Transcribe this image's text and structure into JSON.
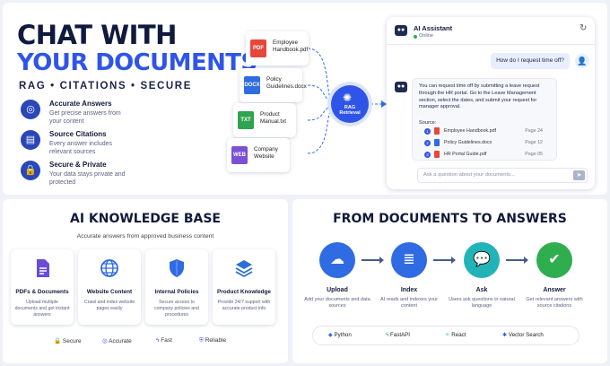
{
  "hero": {
    "title_line1": "CHAT WITH",
    "title_line2": "YOUR DOCUMENTS",
    "tagline": "RAG • CITATIONS • SECURE",
    "features": [
      {
        "title": "Accurate Answers",
        "desc": "Get precise answers from your content"
      },
      {
        "title": "Source Citations",
        "desc": "Every answer includes relevant sources"
      },
      {
        "title": "Secure & Private",
        "desc": "Your data stays private and protected"
      }
    ]
  },
  "documents": [
    {
      "badge": "PDF",
      "name_line1": "Employee",
      "name_line2": "Handbook.pdf",
      "color": "#e5483a"
    },
    {
      "badge": "DOCX",
      "name_line1": "Policy",
      "name_line2": "Guidelines.docx",
      "color": "#2f6be3"
    },
    {
      "badge": "TXT",
      "name_line1": "Product",
      "name_line2": "Manual.txt",
      "color": "#2fa34f"
    },
    {
      "badge": "WEB",
      "name_line1": "Company",
      "name_line2": "Website",
      "color": "#7b4fd6"
    }
  ],
  "hub": {
    "line1": "RAG",
    "line2": "Retrieval"
  },
  "assistant": {
    "title": "AI Assistant",
    "status": "Online",
    "user_message": "How do I request time off?",
    "reply": "You can request time off by submitting a leave request through the HR portal. Go to the Leave Management section, select the dates, and submit your request for manager approval.",
    "source_label": "Source:",
    "sources": [
      {
        "num": "1",
        "name": "Employee Handbook.pdf",
        "page": "Page 24"
      },
      {
        "num": "2",
        "name": "Policy Guidelines.docx",
        "page": "Page 12"
      },
      {
        "num": "3",
        "name": "HR Portal Guide.pdf",
        "page": "Page 05"
      }
    ],
    "input_placeholder": "Ask a question about your documents..."
  },
  "knowledge": {
    "title": "AI KNOWLEDGE BASE",
    "subtitle": "Accurate answers from approved business content",
    "cards": [
      {
        "title": "PDFs & Documents",
        "desc": "Upload multiple documents and get instant answers",
        "color": "#6a4bd8"
      },
      {
        "title": "Website Content",
        "desc": "Crawl and index website pages easily",
        "color": "#2f6be3"
      },
      {
        "title": "Internal Policies",
        "desc": "Secure access to company policies and procedures",
        "color": "#2f6be3"
      },
      {
        "title": "Product Knowledge",
        "desc": "Provide 24/7 support with accurate product info",
        "color": "#2a6fd6"
      }
    ],
    "badges": [
      "Secure",
      "Accurate",
      "Fast",
      "Reliable"
    ]
  },
  "flow": {
    "title": "FROM DOCUMENTS TO ANSWERS",
    "steps": [
      {
        "title": "Upload",
        "desc": "Add your documents and data sources",
        "color": "#2f6be3"
      },
      {
        "title": "Index",
        "desc": "AI reads and indexes your content",
        "color": "#2f6be3"
      },
      {
        "title": "Ask",
        "desc": "Users ask questions in natural language",
        "color": "#22b3b8"
      },
      {
        "title": "Answer",
        "desc": "Get relevant answers with source citations",
        "color": "#2fae4f"
      }
    ],
    "tech": [
      "Python",
      "FastAPI",
      "React",
      "Vector Search"
    ]
  }
}
